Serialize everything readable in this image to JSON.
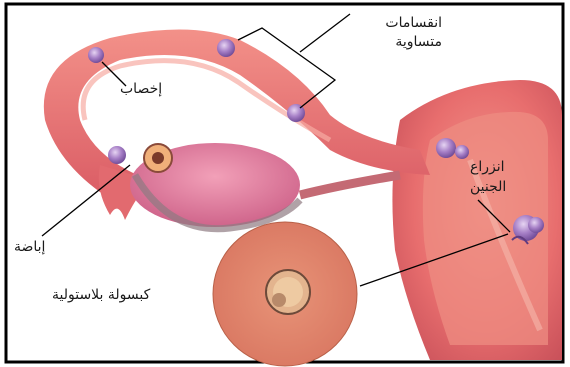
{
  "labels": {
    "equal_divisions_line1": "انقسامات",
    "equal_divisions_line2": "متساوية",
    "fertilization": "إخصاب",
    "ovulation": "إباضة",
    "implantation_line1": "انزراع",
    "implantation_line2": "الجنين",
    "blastocyst": "كبسولة بلاستولية"
  },
  "colors": {
    "tube": "#e56b6e",
    "tube_inner": "#f08a86",
    "uterus": "#e86e6e",
    "ovary": "#de6f8e",
    "cell": "#9b6bb8",
    "background": "#ffffff",
    "frame": "#000000"
  }
}
